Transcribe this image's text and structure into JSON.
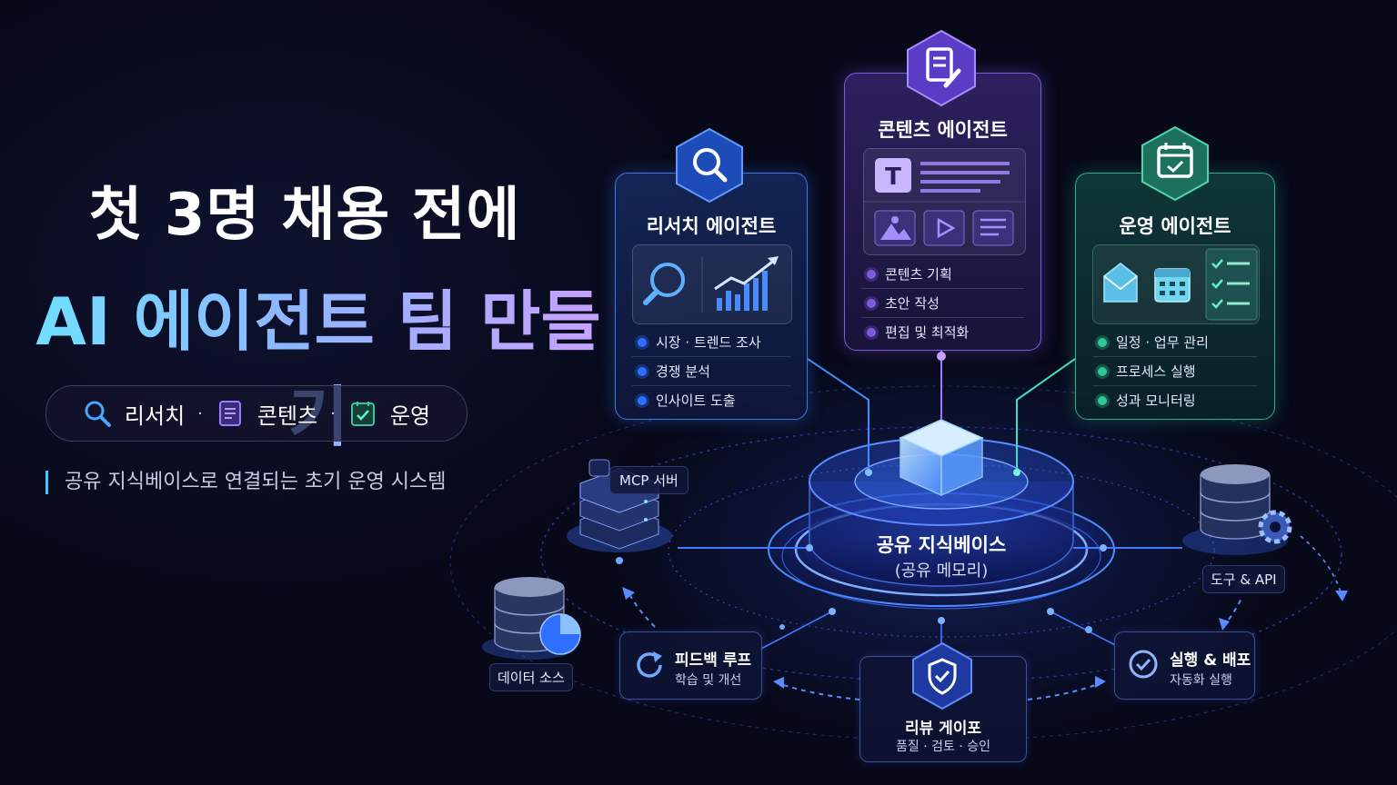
{
  "title": {
    "line1": "첫 3명 채용 전에",
    "line2": "AI 에이전트 팀 만들기"
  },
  "pill": {
    "items": [
      "리서치",
      "콘텐츠",
      "운영"
    ],
    "separator": "·",
    "icons": [
      "search-icon",
      "document-icon",
      "checkbox-icon"
    ]
  },
  "subtitle": "공유 지식베이스로 연결되는 초기 운영 시스템",
  "agents": {
    "research": {
      "title": "리서치 에이전트",
      "icon": "search-icon",
      "items": [
        "시장 · 트렌드 조사",
        "경쟁 분석",
        "인사이트 도출"
      ],
      "color": "#3b78e6"
    },
    "content": {
      "title": "콘텐츠 에이전트",
      "icon": "document-edit-icon",
      "items": [
        "콘텐츠 기획",
        "초안 작성",
        "편집 및 최적화"
      ],
      "color": "#7d5ae0"
    },
    "ops": {
      "title": "운영 에이전트",
      "icon": "calendar-icon",
      "items": [
        "일정 · 업무 관리",
        "프로세스 실행",
        "성과 모니터링"
      ],
      "color": "#2fae8a"
    }
  },
  "hub": {
    "title": "공유 지식베이스",
    "subtitle": "(공유 메모리)"
  },
  "nodes": {
    "mcp": "MCP 서버",
    "data_source": "데이터 소스",
    "tools": "도구 & API",
    "feedback": {
      "title": "피드백 루프",
      "subtitle": "학습 및 개선"
    },
    "review": {
      "title": "리뷰 게이포",
      "subtitle": "품질 · 검토 · 승인"
    },
    "deploy": {
      "title": "실행 & 배포",
      "subtitle": "자동화 실행"
    }
  }
}
